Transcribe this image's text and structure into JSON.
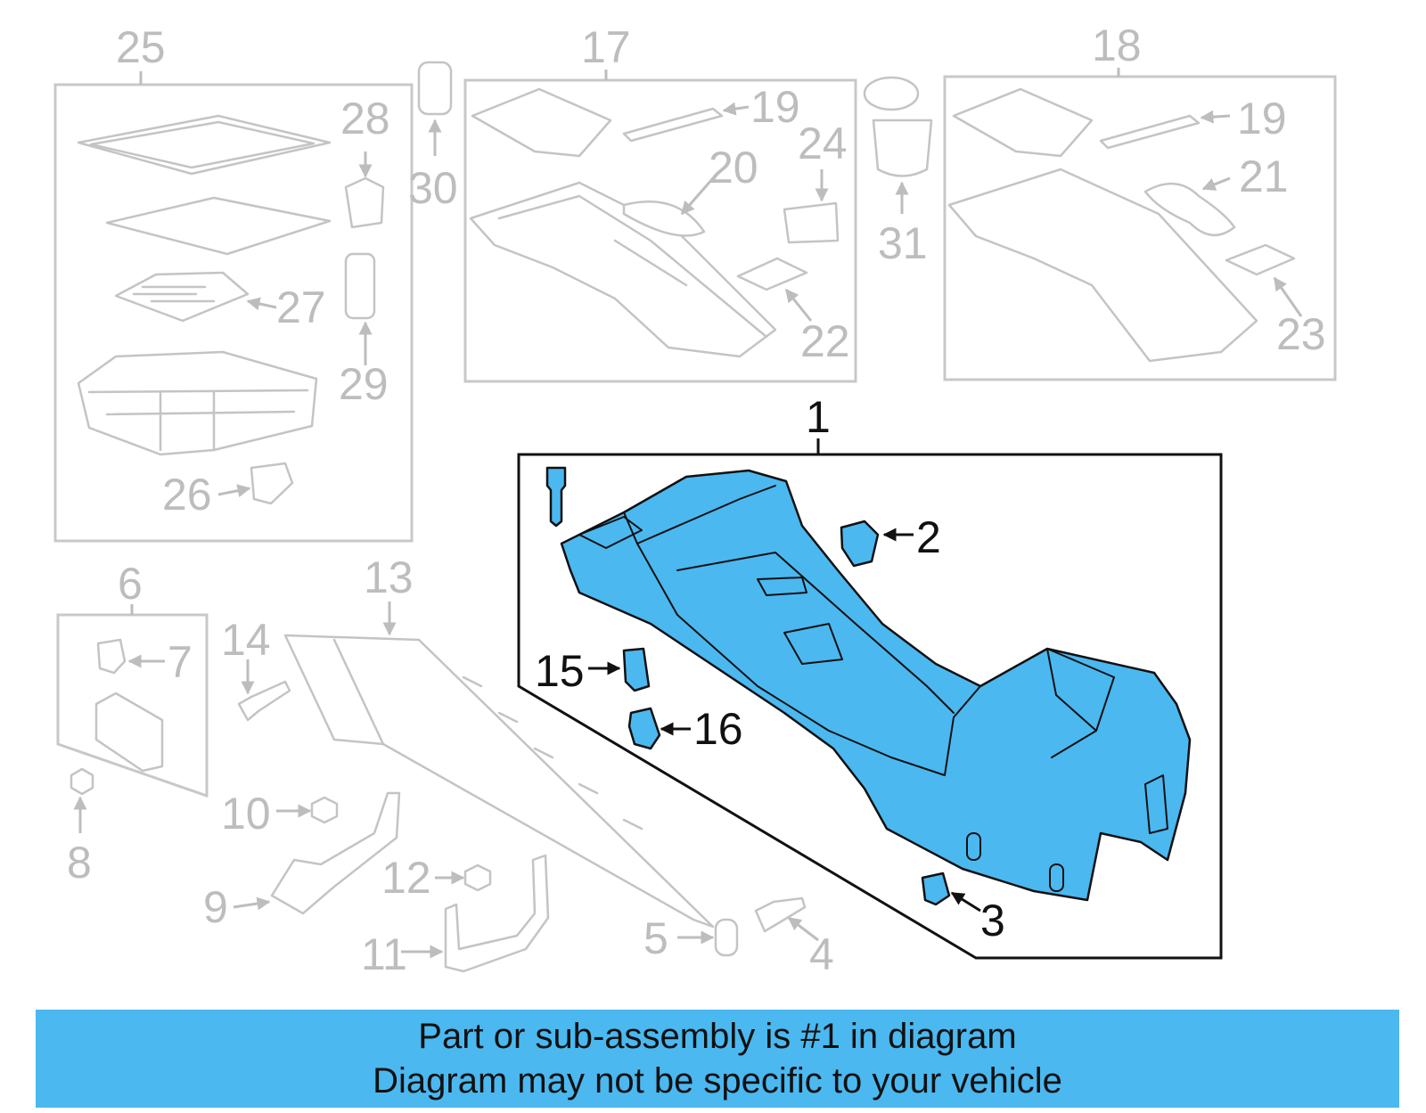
{
  "diagram": {
    "callouts": {
      "c1": "1",
      "c2": "2",
      "c3": "3",
      "c4": "4",
      "c5": "5",
      "c6": "6",
      "c7": "7",
      "c8": "8",
      "c9": "9",
      "c10": "10",
      "c11": "11",
      "c12": "12",
      "c13": "13",
      "c14": "14",
      "c15": "15",
      "c16": "16",
      "c17": "17",
      "c18": "18",
      "c19a": "19",
      "c19b": "19",
      "c20": "20",
      "c21": "21",
      "c22": "22",
      "c23": "23",
      "c24": "24",
      "c25": "25",
      "c26": "26",
      "c27": "27",
      "c28": "28",
      "c29": "29",
      "c30": "30",
      "c31": "31"
    },
    "highlight_color": "#4bb8f0",
    "inactive_color": "#c4c4c4"
  },
  "caption": {
    "line1": "Part or sub-assembly is #1 in diagram",
    "line2": "Diagram may not be specific to your vehicle"
  }
}
